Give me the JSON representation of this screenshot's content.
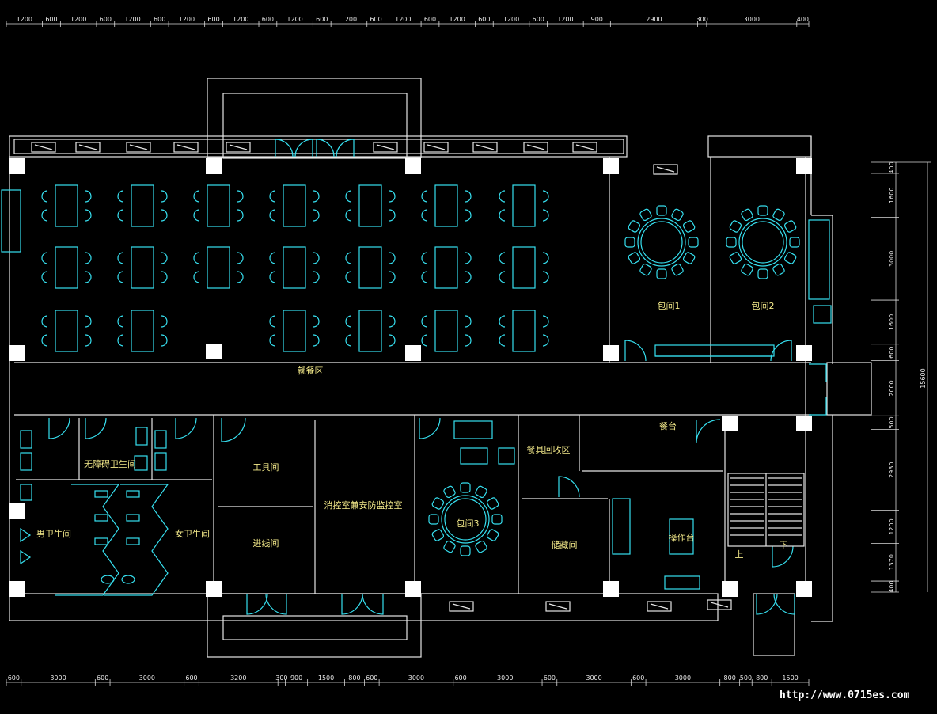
{
  "top_dims": [
    "1200",
    "600",
    "1200",
    "600",
    "1200",
    "600",
    "1200",
    "600",
    "1200",
    "600",
    "1200",
    "600",
    "1200",
    "600",
    "1200",
    "600",
    "1200",
    "600",
    "1200",
    "600",
    "1200",
    "900",
    "2900",
    "300",
    "3000",
    "400"
  ],
  "bottom_dims": [
    "600",
    "3000",
    "600",
    "3000",
    "600",
    "3200",
    "300",
    "900",
    "1500",
    "800",
    "600",
    "3000",
    "600",
    "3000",
    "600",
    "3000",
    "600",
    "3000",
    "800",
    "500",
    "800",
    "1500"
  ],
  "right_dims": [
    "400",
    "1600",
    "3000",
    "1600",
    "600",
    "2000",
    "500",
    "2930",
    "1200",
    "1370",
    "400"
  ],
  "right_total": "15600",
  "rooms": {
    "dining": "就餐区",
    "private1": "包间1",
    "private2": "包间2",
    "private3": "包间3",
    "tools": "工具间",
    "cabling": "进线间",
    "fire_control": "消控室兼安防监控室",
    "accessible_wc": "无障碍卫生间",
    "male_wc": "男卫生间",
    "female_wc": "女卫生间",
    "dish_return": "餐具回收区",
    "storage": "储藏间",
    "serving": "餐台",
    "worktable": "操作台",
    "stair_up": "上",
    "stair_down": "下"
  },
  "watermark": "http://www.0715es.com"
}
